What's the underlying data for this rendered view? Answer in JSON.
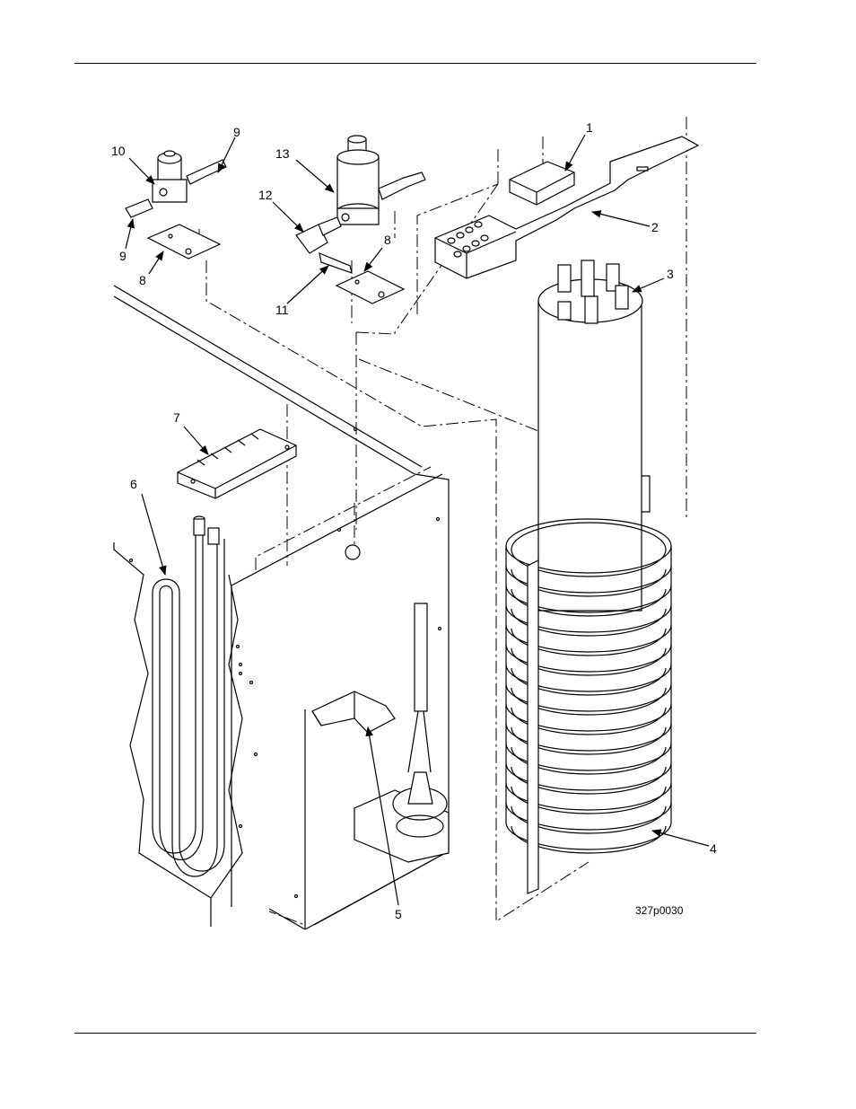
{
  "figure_id": "327p0030",
  "callouts": {
    "c1": "1",
    "c2": "2",
    "c3": "3",
    "c4": "4",
    "c5": "5",
    "c6": "6",
    "c7": "7",
    "c8a": "8",
    "c8b": "8",
    "c9a": "9",
    "c9b": "9",
    "c10": "10",
    "c11": "11",
    "c12": "12",
    "c13": "13"
  }
}
